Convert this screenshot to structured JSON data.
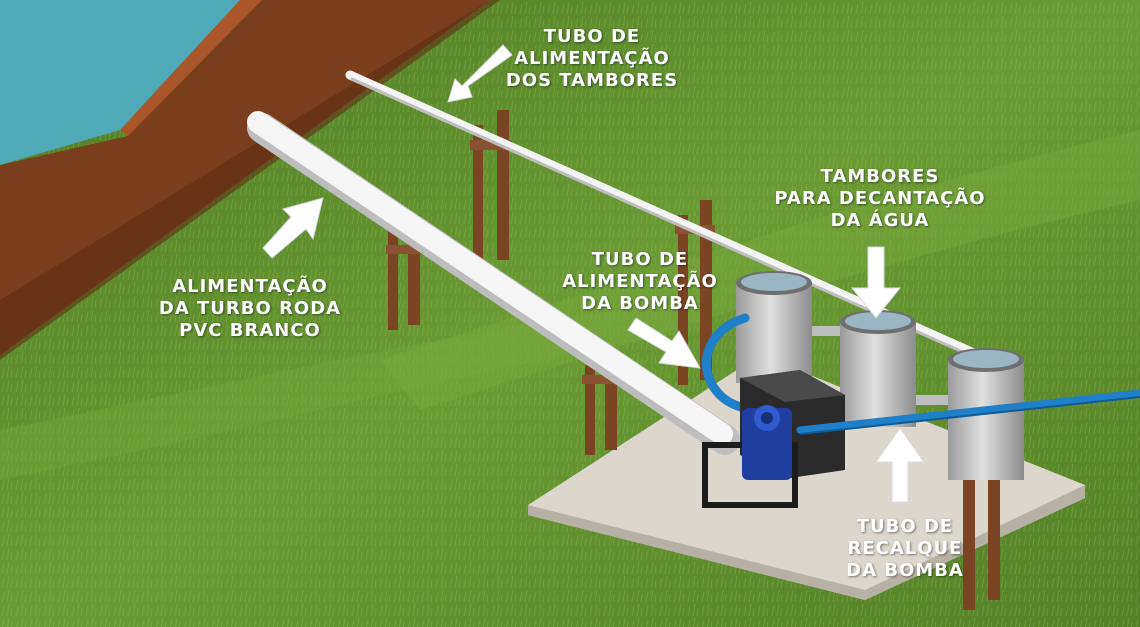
{
  "labels": {
    "drum_feed_pipe": "TUBO DE\nALIMENTAÇÃO\nDOS TAMBORES",
    "turbine_feed": "ALIMENTAÇÃO\nDA TURBO RODA\nPVC BRANCO",
    "pump_feed_pipe": "TUBO DE\nALIMENTAÇÃO\nDA BOMBA",
    "settling_drums": "TAMBORES\nPARA DECANTAÇÃO\nDA ÁGUA",
    "pump_discharge_pipe": "TUBO DE\nRECALQUE\nDA BOMBA"
  },
  "colors": {
    "grass": "#5f8a2e",
    "grass_light": "#86b04a",
    "soil": "#7a3e1c",
    "water": "#4fa9b8",
    "pvc_white": "#f2f2f2",
    "drum_gray": "#c9c9c9",
    "pump_blue": "#1f3fa0",
    "hose_blue": "#1f7fc8",
    "post_wood": "#7b4523",
    "slab": "#d9d4cc",
    "arrow": "#ffffff"
  }
}
